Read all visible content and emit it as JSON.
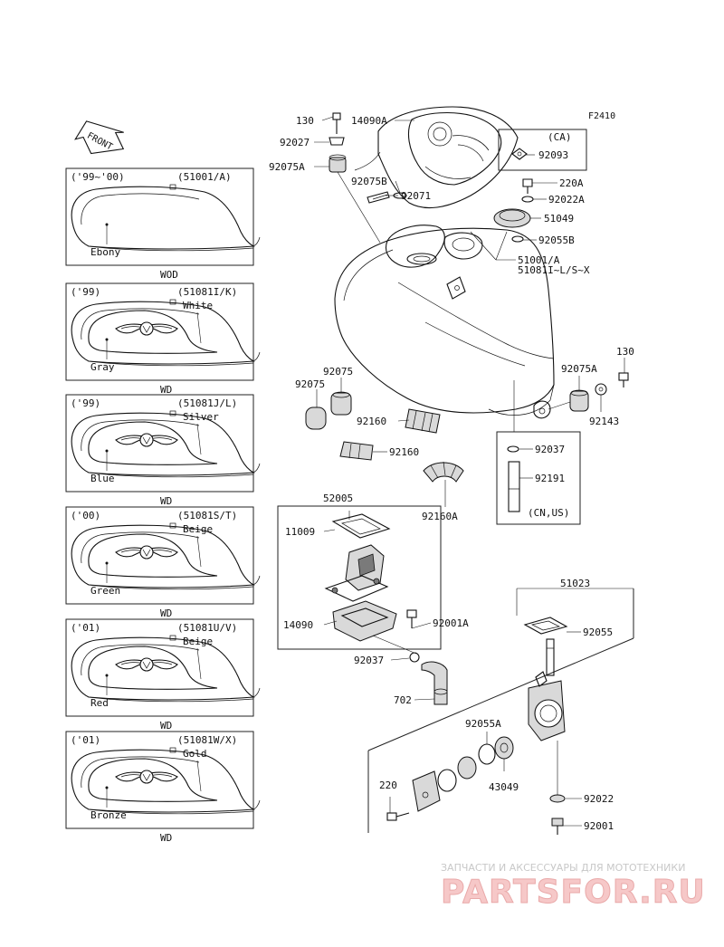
{
  "figure_code": "F2410",
  "front_label": "FRONT",
  "variants": [
    {
      "year": "('99~'00)",
      "part": "(51001/A)",
      "color": "Ebony",
      "extra": "",
      "code": "WOD"
    },
    {
      "year": "('99)",
      "part": "(51081I/K)",
      "color": "Gray",
      "extra": "White",
      "code": "WD"
    },
    {
      "year": "('99)",
      "part": "(51081J/L)",
      "color": "Blue",
      "extra": "Silver",
      "code": "WD"
    },
    {
      "year": "('00)",
      "part": "(51081S/T)",
      "color": "Green",
      "extra": "Beige",
      "code": "WD"
    },
    {
      "year": "('01)",
      "part": "(51081U/V)",
      "color": "Red",
      "extra": "Beige",
      "code": "WD"
    },
    {
      "year": "('01)",
      "part": "(51081W/X)",
      "color": "Bronze",
      "extra": "Gold",
      "code": "WD"
    }
  ],
  "labels": {
    "p130a": "130",
    "p14090a": "14090A",
    "p92027": "92027",
    "p92075a_top": "92075A",
    "p92075b": "92075B",
    "p92071": "92071",
    "ca": "(CA)",
    "p92093": "92093",
    "p220a": "220A",
    "p92022a": "92022A",
    "p51049": "51049",
    "p92055b": "92055B",
    "p51001a": "51001/A",
    "p51081": "51081I~L/S~X",
    "p92075_l": "92075",
    "p92075_r": "92075",
    "p92160_a": "92160",
    "p92160_b": "92160",
    "p92160a": "92160A",
    "p92075a_r": "92075A",
    "p130b": "130",
    "p92143": "92143",
    "p92037_r": "92037",
    "p92191": "92191",
    "cnus": "(CN,US)",
    "p52005": "52005",
    "p11009": "11009",
    "p14090": "14090",
    "p92001a": "92001A",
    "p92037_b": "92037",
    "p702": "702",
    "p51023": "51023",
    "p92055": "92055",
    "p92055a": "92055A",
    "p43049": "43049",
    "p220": "220",
    "p92022": "92022",
    "p92001": "92001"
  },
  "watermark": {
    "line1": "ЗАПЧАСТИ И АКСЕССУАРЫ ДЛЯ МОТОТЕХНИКИ",
    "line2": "PARTSFOR.RU"
  }
}
